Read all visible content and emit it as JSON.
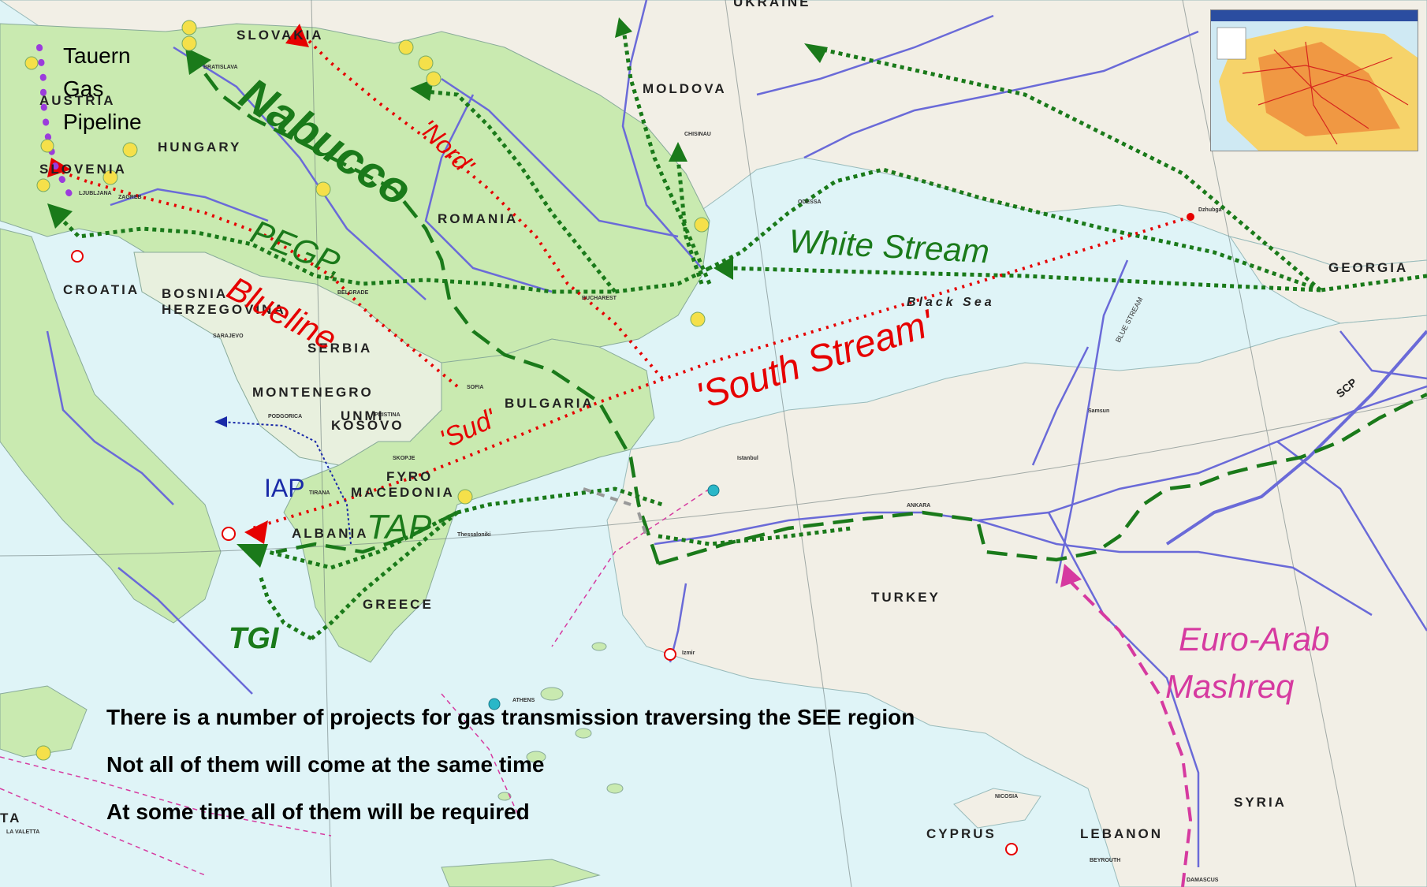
{
  "countries": {
    "slovakia": "SLOVAKIA",
    "moldova": "MOLDOVA",
    "hungary": "HUNGARY",
    "slovenia": "SLOVENIA",
    "austria": "AUSTRIA",
    "romania": "ROMANIA",
    "croatia": "CROATIA",
    "bosnia1": "BOSNIA",
    "bosnia2": "HERZEGOVINA",
    "serbia": "SERBIA",
    "montenegro": "MONTENEGRO",
    "kosovo1": "UNMI",
    "kosovo2": "KOSOVO",
    "bulgaria": "BULGARIA",
    "fyro1": "FYRO",
    "fyro2": "MACEDONIA",
    "albania": "ALBANIA",
    "greece": "GREECE",
    "turkey": "TURKEY",
    "georgia": "GEORGIA",
    "syria": "SYRIA",
    "lebanon": "LEBANON",
    "cyprus": "CYPRUS",
    "ukraine": "UKRAINE",
    "malta": "TA"
  },
  "sea": "Black Sea",
  "cities": {
    "ljubljana": "LJUBLJANA",
    "zagreb": "ZAGREB",
    "belgrade": "BELGRADE",
    "sarajevo": "SARAJEVO",
    "podgorica": "PODGORICA",
    "pristina": "PRISTINA",
    "skopje": "SKOPJE",
    "tirana": "TIRANA",
    "sofia": "SOFIA",
    "bucharest": "BUCHAREST",
    "chisinau": "CHISINAU",
    "ankara": "ANKARA",
    "athens": "ATHENS",
    "nicosia": "NICOSIA",
    "beyrouth": "BEYROUTH",
    "damascus": "DAMASCUS",
    "lavaletta": "LA VALETTA",
    "bratislava": "BRATISLAVA",
    "istanbul": "Istanbul",
    "samsun": "Samsun",
    "izmir": "Izmir",
    "odessa": "ODESSA",
    "dzhubga": "Dzhubga",
    "thessaloniki": "Thessaloniki"
  },
  "pipelines": {
    "tauern": [
      "Tauern",
      "Gas",
      "Pipeline"
    ],
    "nabucco": "Nabucco",
    "nord": "'Nord'",
    "pegp": "PEGP,",
    "blueline": "Blueline",
    "white_stream": "White Stream",
    "south_stream": "'South Stream'",
    "sud": "'Sud'",
    "iap": "IAP",
    "tap": "TAP",
    "tgi": "TGI",
    "euro_arab": [
      "Euro-Arab",
      "Mashreq"
    ],
    "scp": "SCP",
    "blue_stream": "BLUE STREAM"
  },
  "bullets": [
    "There is a number of projects for gas transmission traversing the SEE region",
    "Not all of them will come at the same time",
    "At some time all of them will be required"
  ],
  "colors": {
    "sea": "#dff4f7",
    "eu_land": "#c9eab0",
    "other_land": "#f2efe6",
    "green_pipeline": "#1a7a1a",
    "red_pipeline": "#e60000",
    "magenta_pipeline": "#d63aa0",
    "existing_pipeline": "#6a6ad8",
    "iap_blue": "#1a2aa8"
  }
}
